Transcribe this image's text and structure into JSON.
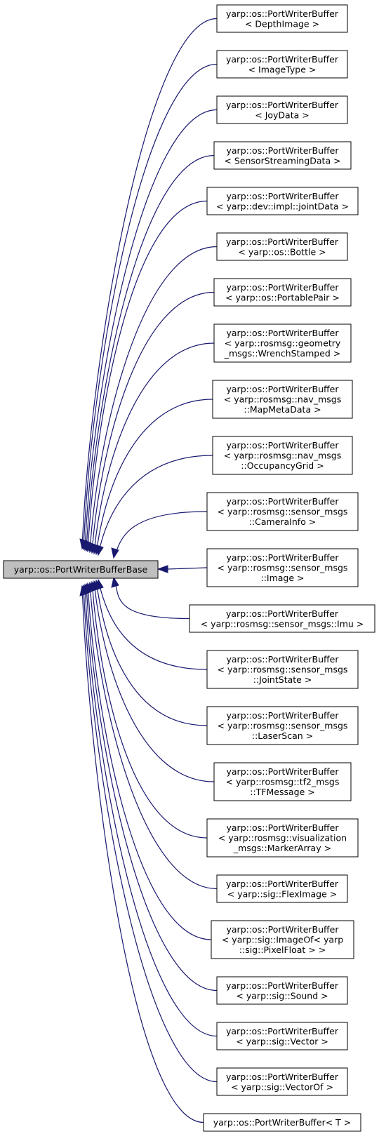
{
  "base": {
    "label": "yarp::os::PortWriterBufferBase"
  },
  "derived": [
    {
      "id": "depthimage",
      "lines": [
        "yarp::os::PortWriterBuffer",
        "< DepthImage >"
      ]
    },
    {
      "id": "imagetype",
      "lines": [
        "yarp::os::PortWriterBuffer",
        "< ImageType >"
      ]
    },
    {
      "id": "joydata",
      "lines": [
        "yarp::os::PortWriterBuffer",
        "< JoyData >"
      ]
    },
    {
      "id": "sensorstreamingdata",
      "lines": [
        "yarp::os::PortWriterBuffer",
        "< SensorStreamingData >"
      ]
    },
    {
      "id": "jointdata",
      "lines": [
        "yarp::os::PortWriterBuffer",
        "< yarp::dev::impl::jointData >"
      ]
    },
    {
      "id": "bottle",
      "lines": [
        "yarp::os::PortWriterBuffer",
        "< yarp::os::Bottle >"
      ]
    },
    {
      "id": "portablepair",
      "lines": [
        "yarp::os::PortWriterBuffer",
        "< yarp::os::PortablePair >"
      ]
    },
    {
      "id": "wrenchstamped",
      "lines": [
        "yarp::os::PortWriterBuffer",
        "< yarp::rosmsg::geometry",
        "_msgs::WrenchStamped >"
      ]
    },
    {
      "id": "mapmetadata",
      "lines": [
        "yarp::os::PortWriterBuffer",
        "< yarp::rosmsg::nav_msgs",
        "::MapMetaData >"
      ]
    },
    {
      "id": "occupancygrid",
      "lines": [
        "yarp::os::PortWriterBuffer",
        "< yarp::rosmsg::nav_msgs",
        "::OccupancyGrid >"
      ]
    },
    {
      "id": "camerainfo",
      "lines": [
        "yarp::os::PortWriterBuffer",
        "< yarp::rosmsg::sensor_msgs",
        "::CameraInfo >"
      ]
    },
    {
      "id": "image",
      "lines": [
        "yarp::os::PortWriterBuffer",
        "< yarp::rosmsg::sensor_msgs",
        "::Image >"
      ]
    },
    {
      "id": "imu",
      "lines": [
        "yarp::os::PortWriterBuffer",
        "< yarp::rosmsg::sensor_msgs::Imu >"
      ]
    },
    {
      "id": "jointstate",
      "lines": [
        "yarp::os::PortWriterBuffer",
        "< yarp::rosmsg::sensor_msgs",
        "::JointState >"
      ]
    },
    {
      "id": "laserscan",
      "lines": [
        "yarp::os::PortWriterBuffer",
        "< yarp::rosmsg::sensor_msgs",
        "::LaserScan >"
      ]
    },
    {
      "id": "tfmessage",
      "lines": [
        "yarp::os::PortWriterBuffer",
        "< yarp::rosmsg::tf2_msgs",
        "::TFMessage >"
      ]
    },
    {
      "id": "markerarray",
      "lines": [
        "yarp::os::PortWriterBuffer",
        "< yarp::rosmsg::visualization",
        "_msgs::MarkerArray >"
      ]
    },
    {
      "id": "fleximage",
      "lines": [
        "yarp::os::PortWriterBuffer",
        "< yarp::sig::FlexImage >"
      ]
    },
    {
      "id": "imageof-pixelfloat",
      "lines": [
        "yarp::os::PortWriterBuffer",
        "< yarp::sig::ImageOf< yarp",
        "::sig::PixelFloat > >"
      ]
    },
    {
      "id": "sound",
      "lines": [
        "yarp::os::PortWriterBuffer",
        "< yarp::sig::Sound >"
      ]
    },
    {
      "id": "vector",
      "lines": [
        "yarp::os::PortWriterBuffer",
        "< yarp::sig::Vector >"
      ]
    },
    {
      "id": "vectorof",
      "lines": [
        "yarp::os::PortWriterBuffer",
        "< yarp::sig::VectorOf >"
      ]
    },
    {
      "id": "t",
      "lines": [
        "yarp::os::PortWriterBuffer< T >"
      ]
    }
  ]
}
